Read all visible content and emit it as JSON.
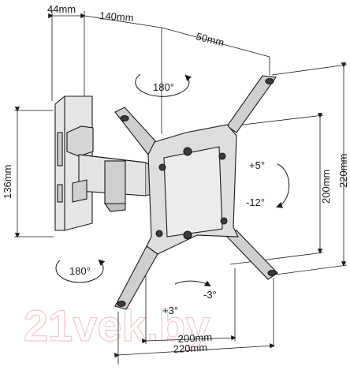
{
  "dimensions": {
    "depth_min": "44mm",
    "depth_max": "140mm",
    "arm_offset": "50mm",
    "wall_plate_height": "136mm",
    "vesa_v_inner": "200mm",
    "vesa_v_outer": "220mm",
    "vesa_h_inner": "200mm",
    "vesa_h_outer": "220mm"
  },
  "rotation": {
    "swivel_top": "180°",
    "swivel_bottom": "180°",
    "tilt_up": "+5°",
    "tilt_down": "-12°",
    "level_plus": "+3°",
    "level_minus": "-3°"
  },
  "watermark": "21vek.by",
  "colors": {
    "line": "#1a1a1a",
    "metal_light": "#d9d9d9",
    "metal_dark": "#333333",
    "watermark": "#f2c9c9"
  }
}
